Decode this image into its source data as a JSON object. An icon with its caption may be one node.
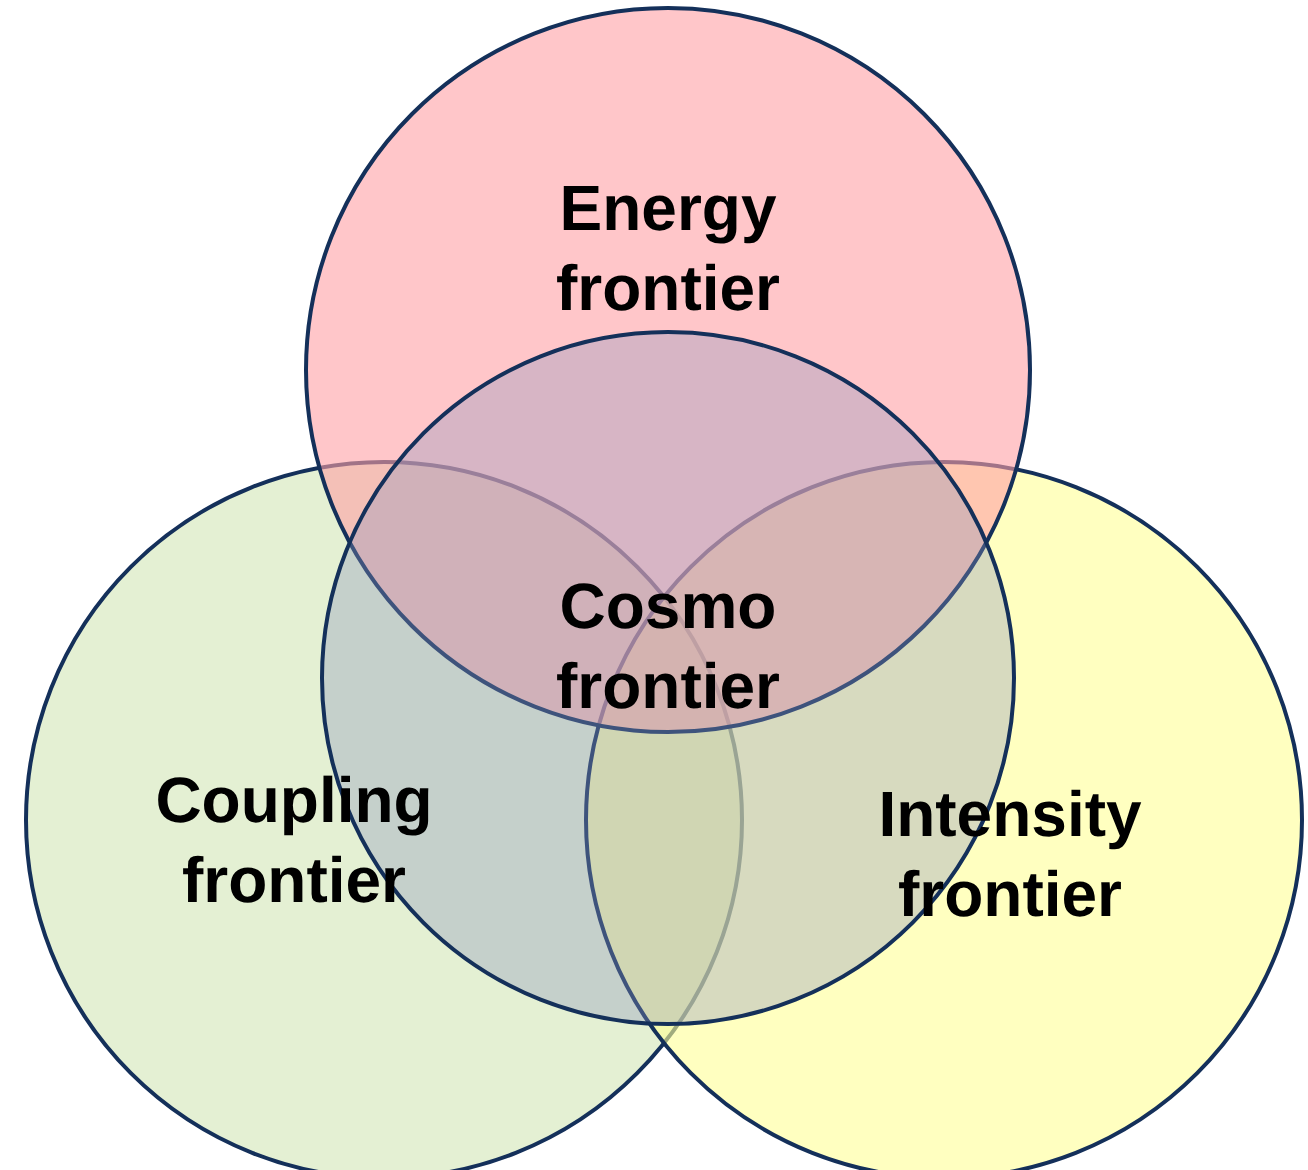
{
  "diagram": {
    "nodes": [
      {
        "text": [
          "Energy frontier"
        ]
      },
      {
        "text": [
          "Cosmo frontier"
        ]
      },
      {
        "text": [
          "Coupling frontier"
        ]
      },
      {
        "text": [
          "Intensity frontier"
        ]
      }
    ]
  }
}
